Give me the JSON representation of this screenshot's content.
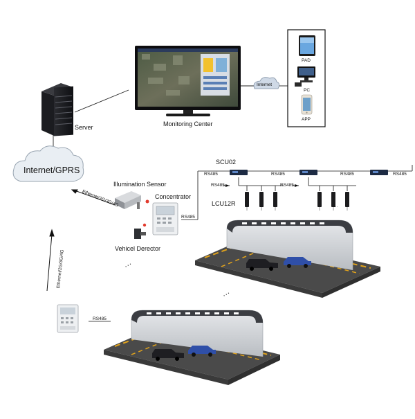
{
  "labels": {
    "server": "Server",
    "monitoring_center": "Monitoring Center",
    "internet": "Internet",
    "pad": "PAD",
    "pc": "PC",
    "app": "APP",
    "internet_gprs": "Internet/GPRS",
    "illumination_sensor": "Illumination Sensor",
    "concentrator": "Concentrator",
    "vehicle_detector": "Vehicel Derector",
    "scu": "SCU02",
    "lcu": "LCU12R",
    "rs485": "RS485",
    "ethernet": "Ethernet/2G/3G/4G",
    "ellipsis": "···"
  },
  "colors": {
    "cloud_fill": "#e9eef3",
    "cloud_stroke": "#9aa6b2",
    "road": "#4a4a4a",
    "road_stripe": "#e0a21c",
    "tunnel_roof": "#3b3d42",
    "tunnel_wall": "#cfd2d6",
    "car_blue": "#2f4fa8",
    "car_dark": "#1e1e22"
  }
}
